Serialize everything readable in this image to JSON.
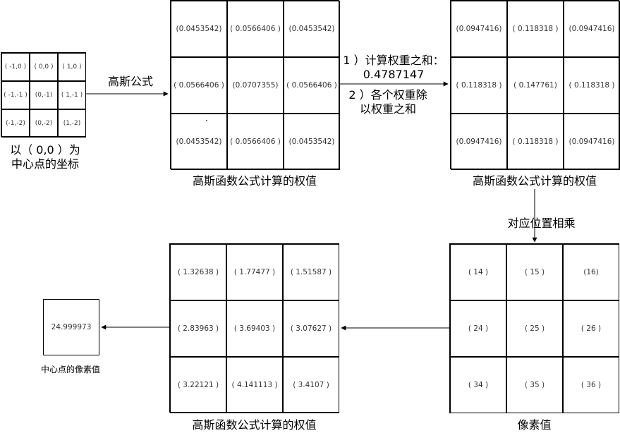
{
  "coords": {
    "cells": [
      "( -1,0 )",
      "( 0,0 )",
      "( 1,0 )",
      "( -1,-1 )",
      "(0,-1)",
      "( 1,-1 )",
      "(-1,-2)",
      "(0,-2)",
      "(1,-2)"
    ],
    "caption": "以（ 0,0 ）为\n中心点的坐标"
  },
  "gauss_label": "高斯公式",
  "weights": {
    "cells": [
      "(0.0453542)",
      "( 0.0566406 )",
      "(0.0453542)",
      "( 0.0566406 )",
      "(0.0707355)",
      "( 0.0566406 )",
      "(0.0453542)",
      "( 0.0566406 )",
      "(0.0453542)"
    ],
    "dot": "·",
    "caption": "高斯函数公式计算的权值"
  },
  "step_label": "1 ）计算权重之和：\n0.4787147",
  "step_label2": "2 ）各个权重除\n以权重之和",
  "normalized": {
    "cells": [
      "(0.0947416)",
      "( 0.118318 )",
      "(0.0947416)",
      "( 0.118318 )",
      "( 0.147761)",
      "( 0.118318 )",
      "(0.0947416)",
      "( 0.118318 )",
      "(0.0947416)"
    ],
    "caption": "高斯函数公式计算的权值"
  },
  "multiply_label": "对应位置相乘",
  "pixels": {
    "cells": [
      "( 14 )",
      "( 15 )",
      "(16)",
      "( 24 )",
      "( 25 )",
      "( 26 )",
      "( 34 )",
      "( 35 )",
      "( 36 )"
    ],
    "caption": "像素值"
  },
  "products": {
    "cells": [
      "( 1.32638 )",
      "( 1.77477 )",
      "( 1.51587 )",
      "( 2.83963 )",
      "( 3.69403 )",
      "( 3.07627 )",
      "( 3.22121 )",
      "( 4.141113 )",
      "( 3.4107 )"
    ],
    "caption": "高斯函数公式计算的权值"
  },
  "result": {
    "value": "24.999973",
    "caption": "中心点的像素值"
  }
}
